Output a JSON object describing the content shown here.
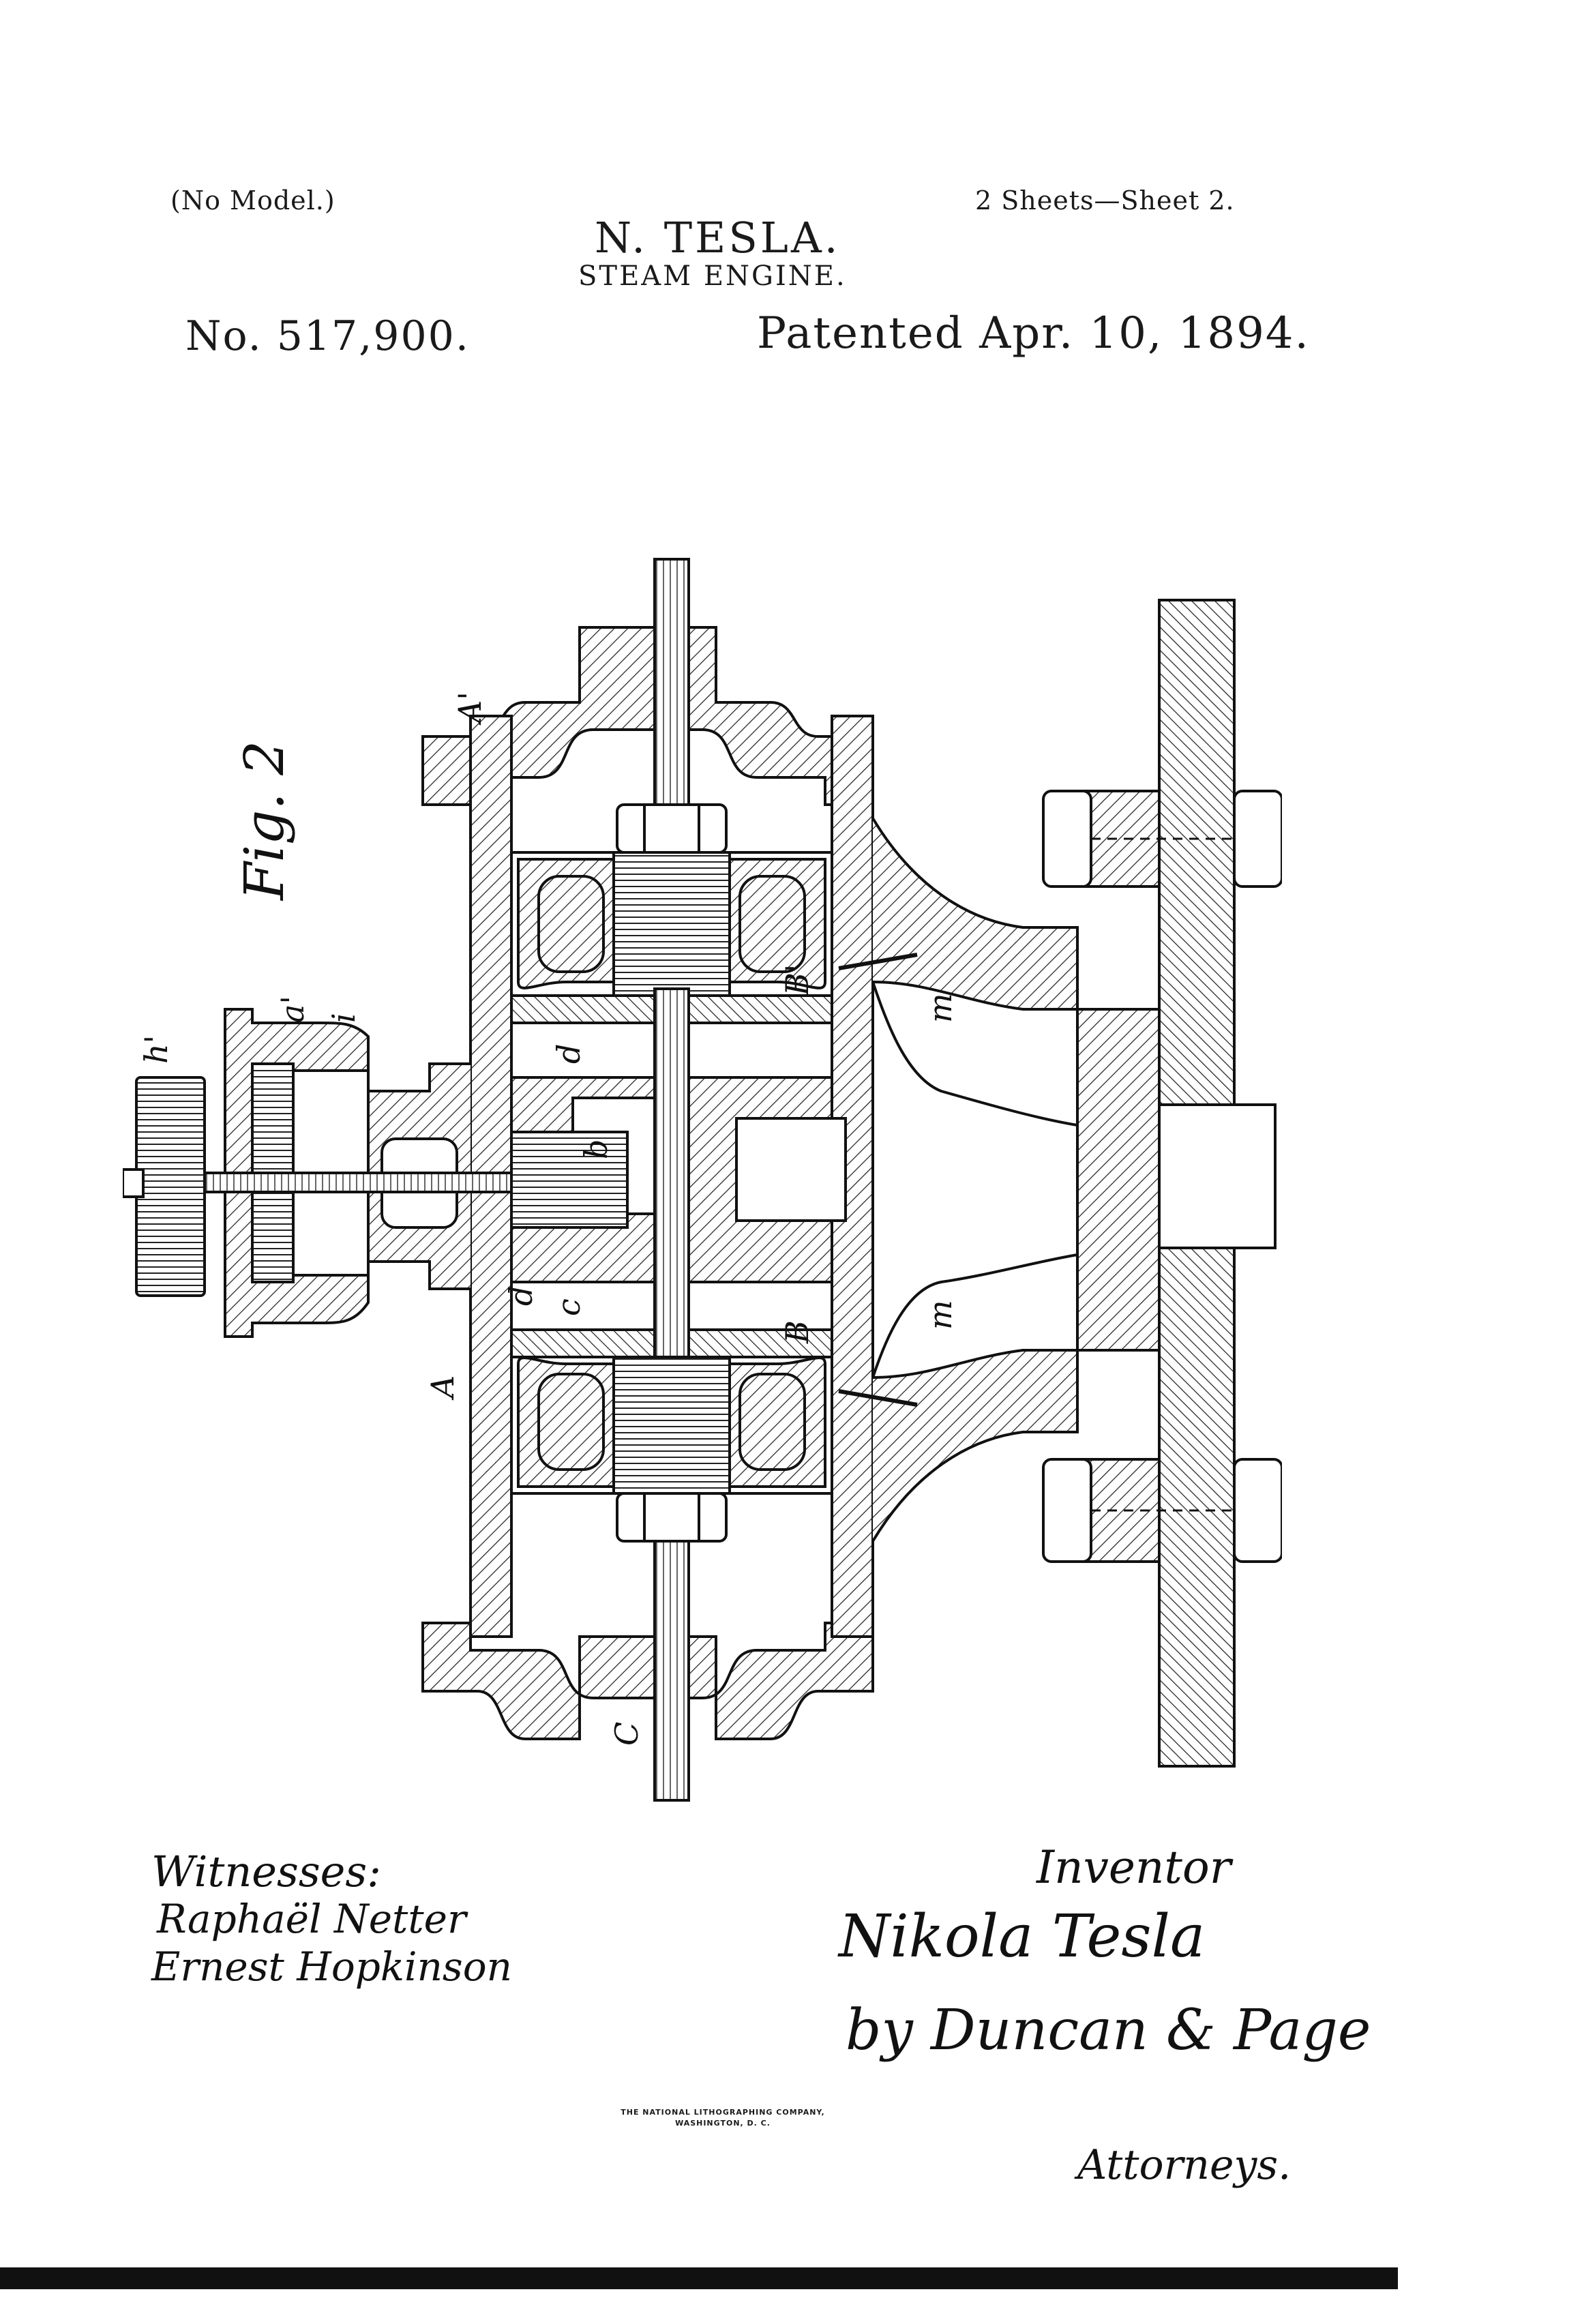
{
  "header": {
    "no_model": "(No Model.)",
    "sheets": "2 Sheets—Sheet 2.",
    "inventor_name": "N. TESLA.",
    "invention": "STEAM ENGINE.",
    "patent_number": "No. 517,900.",
    "patent_date": "Patented Apr. 10, 1894."
  },
  "figure": {
    "label": "Fig. 2",
    "part_labels": {
      "A_prime": "A'",
      "A": "A",
      "B_prime": "B'",
      "B": "B",
      "C": "C",
      "h_prime": "h'",
      "a_prime": "a'",
      "i": "i",
      "d_top": "d",
      "b": "b",
      "c": "c",
      "d_bottom": "d",
      "m_top": "m",
      "m_bottom": "m"
    }
  },
  "footer": {
    "witnesses_label": "Witnesses:",
    "witness_1": "Raphaël Netter",
    "witness_2": "Ernest Hopkinson",
    "inventor_label": "Inventor",
    "inventor_signature": "Nikola Tesla",
    "attorney_signature": "by Duncan & Page",
    "attorneys_label": "Attorneys.",
    "lithographer_line1": "THE NATIONAL LITHOGRAPHING COMPANY,",
    "lithographer_line2": "WASHINGTON, D. C."
  }
}
